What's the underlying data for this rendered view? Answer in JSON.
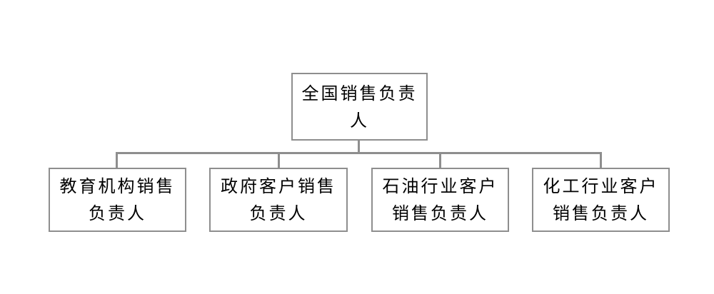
{
  "org_chart": {
    "root": {
      "label": "全国销售负责人"
    },
    "children": [
      {
        "label": "教育机构销售负责人"
      },
      {
        "label": "政府客户销售负责人"
      },
      {
        "label": "石油行业客户销售负责人"
      },
      {
        "label": "化工行业客户销售负责人"
      }
    ],
    "colors": {
      "line": "#8e8e8e",
      "text": "#000000",
      "background": "#ffffff"
    }
  }
}
